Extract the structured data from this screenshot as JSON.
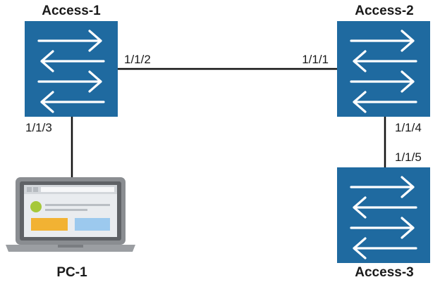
{
  "nodes": {
    "access1": {
      "label": "Access-1",
      "icon": "network-switch-icon"
    },
    "access2": {
      "label": "Access-2",
      "icon": "network-switch-icon"
    },
    "access3": {
      "label": "Access-3",
      "icon": "network-switch-icon"
    },
    "pc1": {
      "label": "PC-1",
      "icon": "laptop-icon"
    }
  },
  "links": [
    {
      "from": "Access-1",
      "to": "Access-2",
      "from_port": "1/1/2",
      "to_port": "1/1/1"
    },
    {
      "from": "Access-1",
      "to": "PC-1",
      "from_port": "1/1/3"
    },
    {
      "from": "Access-2",
      "to": "Access-3",
      "from_port": "1/1/4",
      "to_port": "1/1/5"
    }
  ],
  "colors": {
    "switch": "#1f6aa0",
    "link": "#111111",
    "laptop_body": "#8a8d91",
    "screen_accent_yellow": "#f2b233",
    "screen_accent_blue": "#9cc9ee",
    "screen_accent_green": "#a6c83a"
  }
}
